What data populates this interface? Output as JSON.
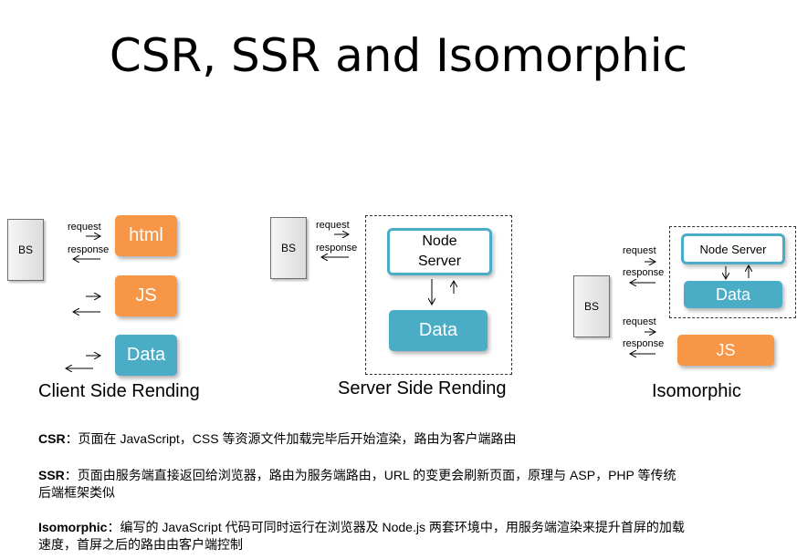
{
  "title": "CSR, SSR and Isomorphic",
  "labels": {
    "request": "request",
    "response": "response",
    "bs": "BS",
    "html": "html",
    "js": "JS",
    "data": "Data",
    "node_server": "Node Server",
    "node_line1": "Node",
    "node_line2": "Server"
  },
  "sections": {
    "csr": "Client Side Rending",
    "ssr": "Server Side Rending",
    "iso": "Isomorphic"
  },
  "notes": {
    "csr_term": "CSR",
    "csr_text": "：页面在 JavaScript，CSS 等资源文件加载完毕后开始渲染，路由为客户端路由",
    "ssr_term": "SSR",
    "ssr_text_1": "：页面由服务端直接返回给浏览器，路由为服务端路由，URL 的变更会刷新页面，原理与 ASP，PHP 等传统",
    "ssr_text_2": "后端框架类似",
    "iso_term": "Isomorphic",
    "iso_text_1": "：编写的 JavaScript 代码可同时运行在浏览器及 Node.js 两套环境中，用服务端渲染来提升首屏的加载",
    "iso_text_2": "速度，首屏之后的路由由客户端控制"
  },
  "colors": {
    "orange": "#f79646",
    "teal": "#4bacc6"
  }
}
